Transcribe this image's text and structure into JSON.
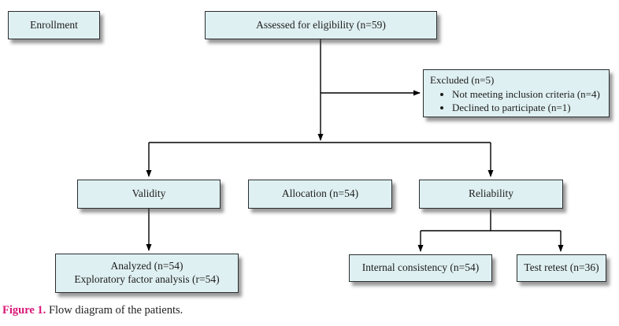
{
  "boxes": {
    "enrollment": {
      "label": "Enrollment"
    },
    "assessed": {
      "label": "Assessed for eligibility (n=59)"
    },
    "excluded": {
      "title": "Excluded (n=5)",
      "bullets": [
        "Not meeting inclusion criteria (n=4)",
        "Declined to participate (n=1)"
      ]
    },
    "validity": {
      "label": "Validity"
    },
    "allocation": {
      "label": "Allocation (n=54)"
    },
    "reliability": {
      "label": "Reliability"
    },
    "analyzed": {
      "line1": "Analyzed (n=54)",
      "line2": "Exploratory factor analysis (r=54)"
    },
    "internal_consistency": {
      "label": "Internal consistency (n=54)"
    },
    "test_retest": {
      "label": "Test retest (n=36)"
    }
  },
  "caption": {
    "label": "Figure 1.",
    "text": "Flow diagram of the patients."
  },
  "colors": {
    "box_fill": "#dff0f2",
    "box_border": "#2a2d2f",
    "line": "#000000",
    "accent": "#d81878"
  }
}
